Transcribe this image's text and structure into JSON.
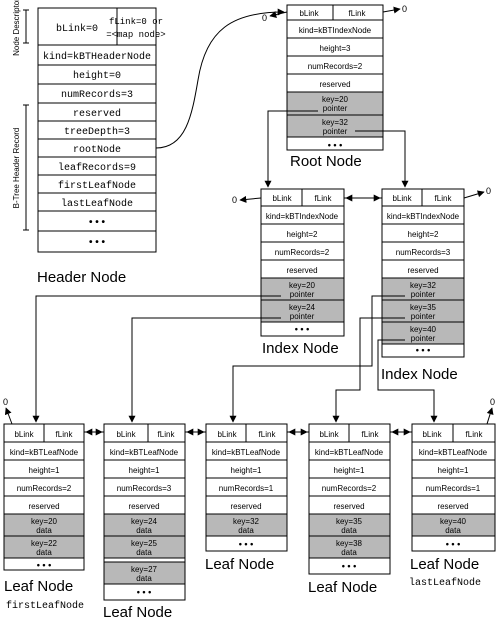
{
  "header_node": {
    "title": "Header Node",
    "cells": {
      "blink": "bLink=0",
      "flink_line1": "fLink=0 or",
      "flink_line2": "=<map node>",
      "kind": "kind=kBTHeaderNode",
      "height": "height=0",
      "num_records": "numRecords=3",
      "reserved": "reserved",
      "tree_depth": "treeDepth=3",
      "root_node": "rootNode",
      "leaf_records": "leafRecords=9",
      "first_leaf": "firstLeafNode",
      "last_leaf": "lastLeafNode",
      "more1": "• • •",
      "more2": "• • •"
    },
    "section_labels": {
      "descriptor": "Node Descriptor",
      "header_record": "B-Tree Header Record"
    }
  },
  "root_node": {
    "title": "Root Node",
    "blink": "bLink",
    "flink": "fLink",
    "kind": "kind=kBTIndexNode",
    "height": "height=3",
    "num_records": "numRecords=2",
    "reserved": "reserved",
    "records": [
      {
        "key": "key=20",
        "value": "pointer"
      },
      {
        "key": "key=32",
        "value": "pointer"
      }
    ],
    "more": "• • •"
  },
  "index_nodes": [
    {
      "title": "Index Node",
      "blink": "bLink",
      "flink": "fLink",
      "kind": "kind=kBTIndexNode",
      "height": "height=2",
      "num_records": "numRecords=2",
      "reserved": "reserved",
      "records": [
        {
          "key": "key=20",
          "value": "pointer"
        },
        {
          "key": "key=24",
          "value": "pointer"
        }
      ],
      "more": "• • •"
    },
    {
      "title": "Index Node",
      "blink": "bLink",
      "flink": "fLink",
      "kind": "kind=kBTIndexNode",
      "height": "height=2",
      "num_records": "numRecords=3",
      "reserved": "reserved",
      "records": [
        {
          "key": "key=32",
          "value": "pointer"
        },
        {
          "key": "key=35",
          "value": "pointer"
        },
        {
          "key": "key=40",
          "value": "pointer"
        }
      ],
      "more": "• • •"
    }
  ],
  "leaf_nodes": [
    {
      "title": "Leaf Node",
      "subtitle": "firstLeafNode",
      "blink": "bLink",
      "flink": "fLink",
      "kind": "kind=kBTLeafNode",
      "height": "height=1",
      "num_records": "numRecords=2",
      "reserved": "reserved",
      "records": [
        {
          "key": "key=20",
          "value": "data"
        },
        {
          "key": "key=22",
          "value": "data"
        }
      ],
      "more": "• • •"
    },
    {
      "title": "Leaf Node",
      "subtitle": "",
      "blink": "bLink",
      "flink": "fLink",
      "kind": "kind=kBTLeafNode",
      "height": "height=1",
      "num_records": "numRecords=3",
      "reserved": "reserved",
      "records": [
        {
          "key": "key=24",
          "value": "data"
        },
        {
          "key": "key=25",
          "value": "data"
        },
        {
          "key": "key=27",
          "value": "data"
        }
      ],
      "more": "• • •"
    },
    {
      "title": "Leaf Node",
      "subtitle": "",
      "blink": "bLink",
      "flink": "fLink",
      "kind": "kind=kBTLeafNode",
      "height": "height=1",
      "num_records": "numRecords=1",
      "reserved": "reserved",
      "records": [
        {
          "key": "key=32",
          "value": "data"
        }
      ],
      "more": "• • •"
    },
    {
      "title": "Leaf Node",
      "subtitle": "",
      "blink": "bLink",
      "flink": "fLink",
      "kind": "kind=kBTLeafNode",
      "height": "height=1",
      "num_records": "numRecords=2",
      "reserved": "reserved",
      "records": [
        {
          "key": "key=35",
          "value": "data"
        },
        {
          "key": "key=38",
          "value": "data"
        }
      ],
      "more": "• • •"
    },
    {
      "title": "Leaf Node",
      "subtitle": "lastLeafNode",
      "blink": "bLink",
      "flink": "fLink",
      "kind": "kind=kBTLeafNode",
      "height": "height=1",
      "num_records": "numRecords=1",
      "reserved": "reserved",
      "records": [
        {
          "key": "key=40",
          "value": "data"
        }
      ],
      "more": "• • •"
    }
  ],
  "null_link_label": "0"
}
